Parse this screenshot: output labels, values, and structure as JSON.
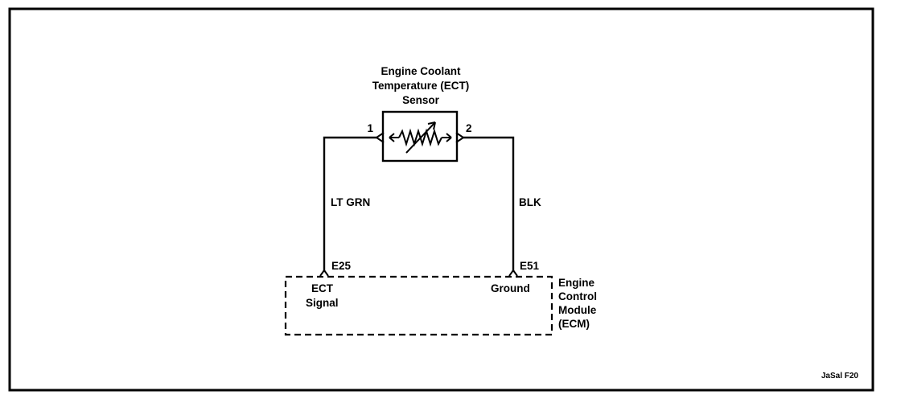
{
  "sensor": {
    "title_lines": [
      "Engine Coolant",
      "Temperature (ECT)",
      "Sensor"
    ],
    "pin_left": "1",
    "pin_right": "2"
  },
  "wires": {
    "left_color": "LT GRN",
    "right_color": "BLK"
  },
  "module": {
    "pin_left": "E25",
    "pin_right": "E51",
    "signal_lines": [
      "ECT",
      "Signal"
    ],
    "ground_label": "Ground",
    "name_lines": [
      "Engine",
      "Control",
      "Module",
      "(ECM)"
    ]
  },
  "figure_id": "JaSal F20",
  "colors": {
    "line": "#000000",
    "background": "#ffffff"
  }
}
